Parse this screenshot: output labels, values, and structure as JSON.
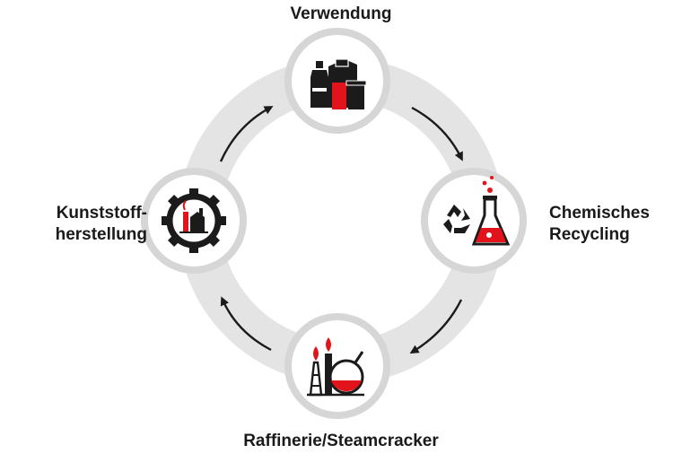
{
  "colors": {
    "ring": "#e4e4e4",
    "node_border": "#d6d6d6",
    "icon_dark": "#1b1b1b",
    "accent_red": "#e3131b",
    "arrow": "#1b1b1b"
  },
  "stages": {
    "top": {
      "label": "Verwendung",
      "icon": "packaging-products-icon"
    },
    "right": {
      "line1": "Chemisches",
      "line2": "Recycling",
      "icon": "recycling-flask-icon"
    },
    "bottom": {
      "label": "Raffinerie/Steamcracker",
      "icon": "refinery-flask-icon"
    },
    "left": {
      "line1": "Kunststoff-",
      "line2": "herstellung",
      "icon": "gear-factory-icon"
    }
  },
  "flow_direction": "clockwise"
}
